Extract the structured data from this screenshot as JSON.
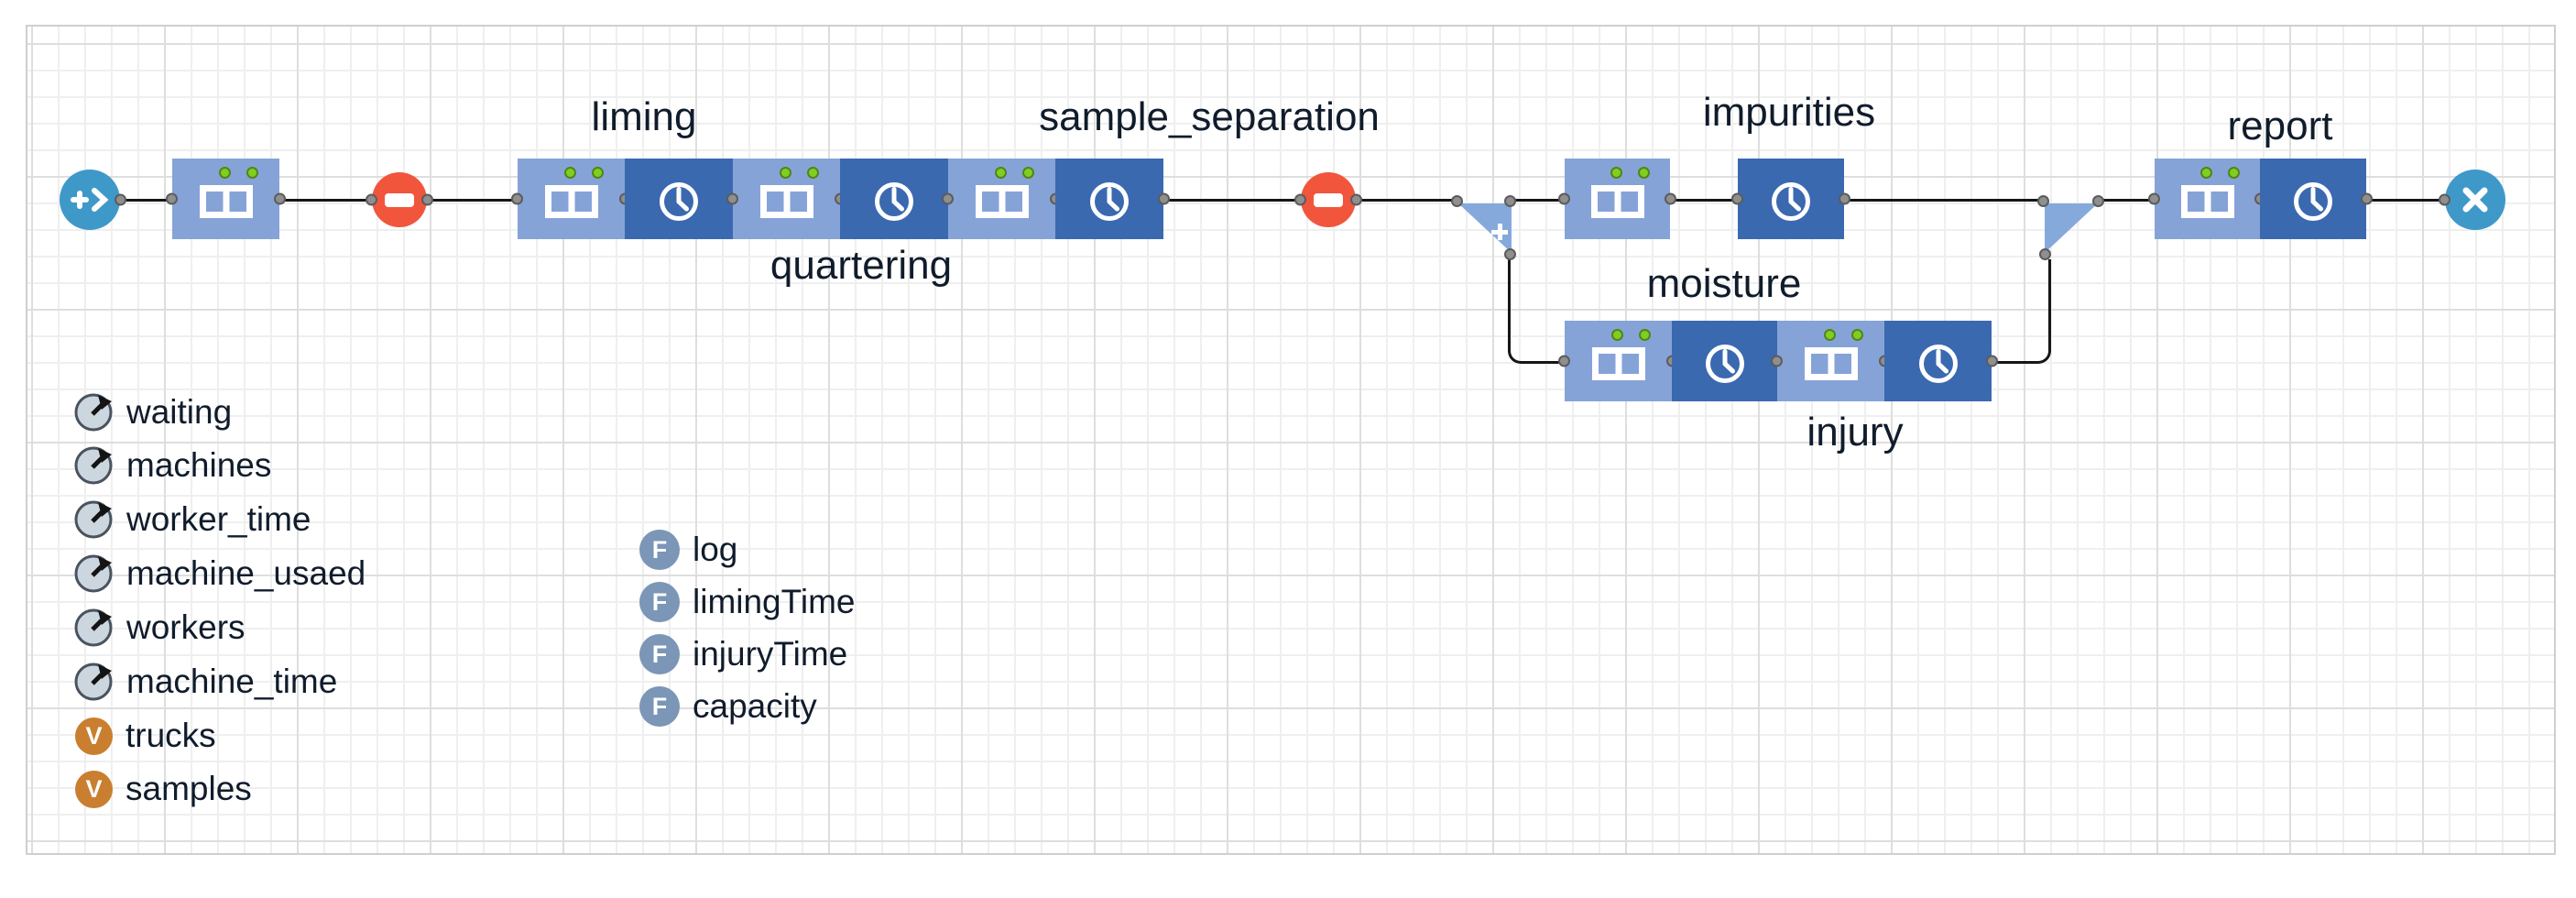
{
  "flow": {
    "labels": {
      "liming": "liming",
      "quartering": "quartering",
      "sample_separation": "sample_separation",
      "impurities": "impurities",
      "moisture": "moisture",
      "injury": "injury",
      "report": "report"
    },
    "description": "enter -> seize -> restricted_area_start -> liming(seize+delay) -> quartering(seize+delay) -> sample_separation(seize+delay) -> restricted_area_end -> split -> [impurities(seize+delay) | moisture(seize+delay) -> injury(seize+delay)] -> merge -> report(seize+delay) -> exit"
  },
  "palette": {
    "items": [
      {
        "icon": "stopwatch-icon",
        "label": "waiting"
      },
      {
        "icon": "stopwatch-icon",
        "label": "machines"
      },
      {
        "icon": "stopwatch-icon",
        "label": "worker_time"
      },
      {
        "icon": "stopwatch-icon",
        "label": "machine_usaed"
      },
      {
        "icon": "stopwatch-icon",
        "label": "workers"
      },
      {
        "icon": "stopwatch-icon",
        "label": "machine_time"
      },
      {
        "icon": "variable-icon",
        "label": "trucks"
      },
      {
        "icon": "variable-icon",
        "label": "samples"
      }
    ]
  },
  "functions": {
    "items": [
      {
        "icon": "function-icon",
        "label": "log"
      },
      {
        "icon": "function-icon",
        "label": "limingTime"
      },
      {
        "icon": "function-icon",
        "label": "injuryTime"
      },
      {
        "icon": "function-icon",
        "label": "capacity"
      }
    ]
  },
  "colors": {
    "seize_block": "#86a3d7",
    "delay_block": "#3a69b0",
    "enter_exit_circle": "#3f99c8",
    "restricted_area": "#f1563d",
    "status_dot_green": "#7fd01e",
    "connector": "#161616",
    "split_merge_triangle": "#86a9dc",
    "variable_icon": "#c97f2f",
    "function_icon": "#7b96b6",
    "stopwatch_icon_fill": "#ccd6de"
  }
}
